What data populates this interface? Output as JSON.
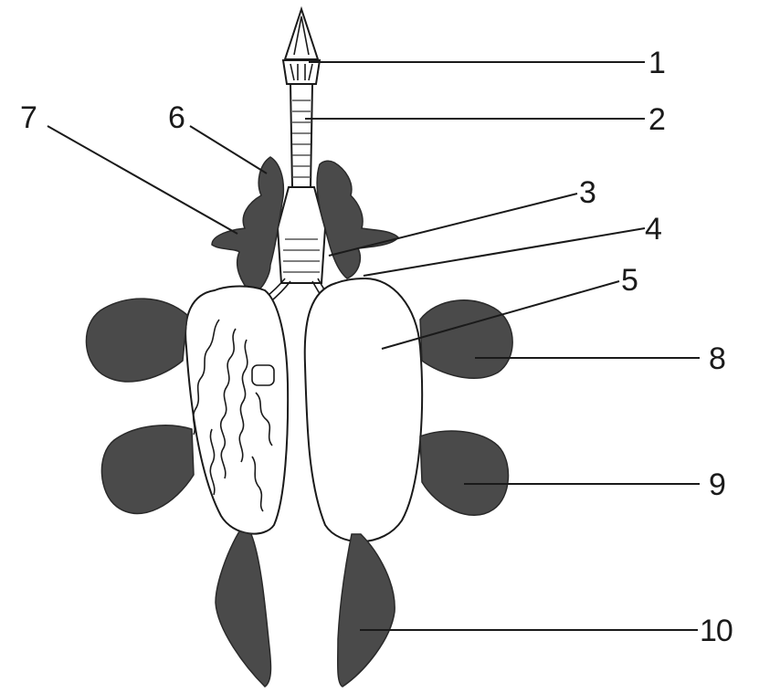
{
  "labels": [
    "1",
    "2",
    "3",
    "4",
    "5",
    "6",
    "7",
    "8",
    "9",
    "10"
  ],
  "colors": {
    "air_sac": "#4a4a4a",
    "outline": "#1a1a1a",
    "background": "#ffffff"
  }
}
